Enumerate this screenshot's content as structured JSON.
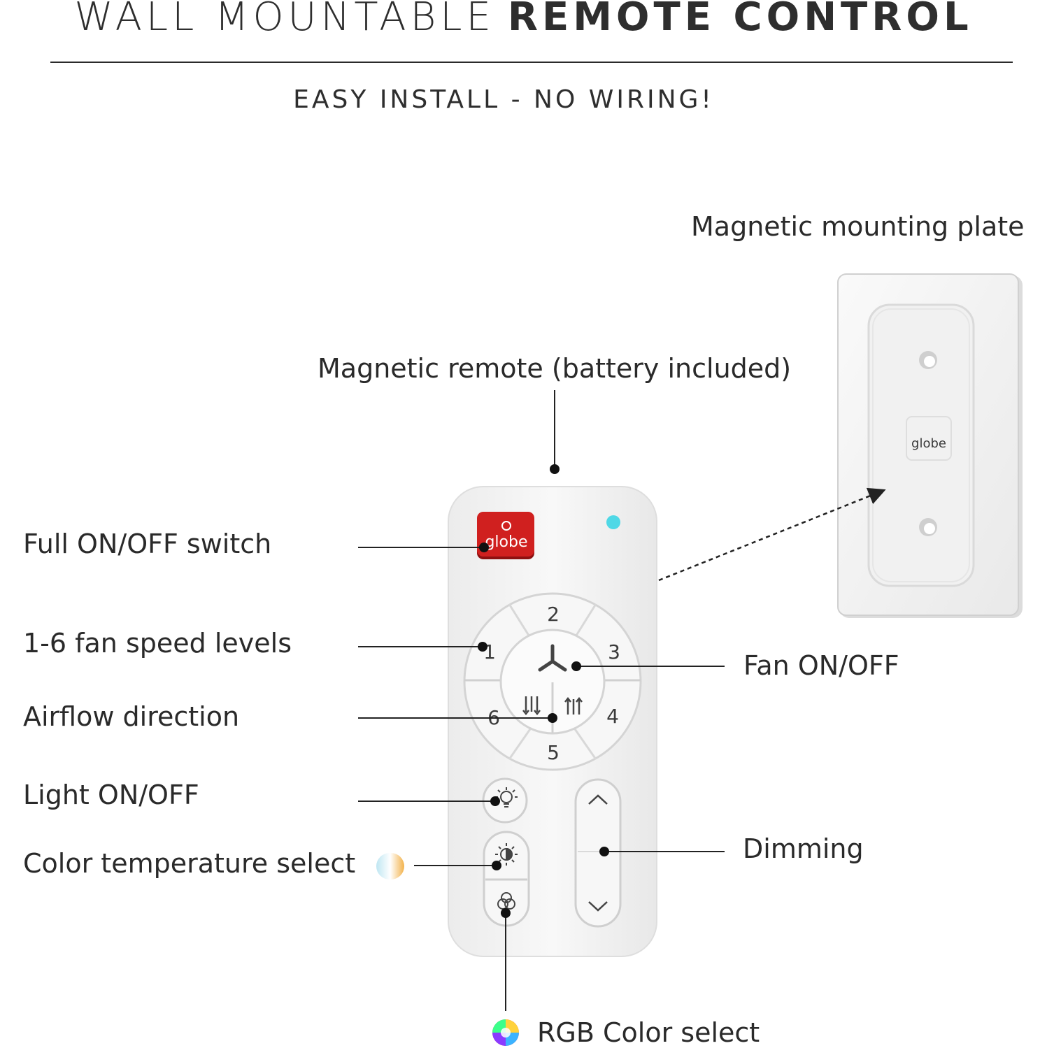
{
  "header": {
    "title_light": "WALL MOUNTABLE",
    "title_bold": "REMOTE CONTROL",
    "subtitle": "EASY INSTALL - NO WIRING!"
  },
  "labels": {
    "mounting_plate": "Magnetic mounting plate",
    "remote": "Magnetic remote (battery included)",
    "full_onoff": "Full ON/OFF switch",
    "fan_speed": "1-6 fan speed levels",
    "airflow": "Airflow direction",
    "light_onoff": "Light ON/OFF",
    "color_temp": "Color temperature select",
    "rgb": "RGB Color select",
    "fan_onoff": "Fan ON/OFF",
    "dimming": "Dimming"
  },
  "remote": {
    "brand": "globe",
    "speed_numbers": [
      "1",
      "2",
      "3",
      "4",
      "5",
      "6"
    ],
    "indicator_color": "#4fd8e6",
    "power_button_color": "#d0201f"
  },
  "plate": {
    "brand": "globe"
  },
  "colors": {
    "text": "#2a2a2a",
    "rule": "#2b2b2b",
    "remote_body": "#f4f4f4"
  }
}
